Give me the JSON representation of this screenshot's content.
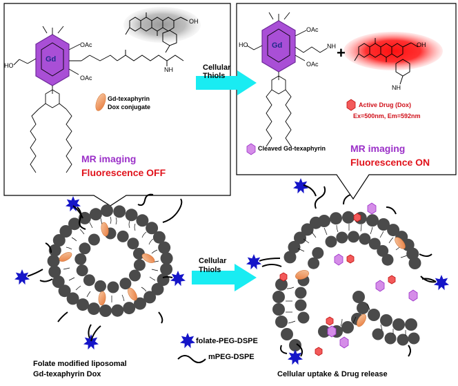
{
  "colors": {
    "purple": "#9b30c8",
    "red": "#e0121b",
    "cyan": "#19ecf2",
    "sphere": "#4a4a4a",
    "star": "#1515c8",
    "orange": "#f2a06b"
  },
  "left_box": {
    "gd_label": "Gd",
    "oac_top": "OAc",
    "oac_bottom": "OAc",
    "ho_label": "HO",
    "nh_label": "NH",
    "oh_label": "OH",
    "legend_label_1": "Gd-texaphyrin",
    "legend_label_2": "Dox conjugate",
    "mr_imaging": "MR imaging",
    "fluorescence": "Fluorescence OFF"
  },
  "right_box": {
    "gd_label": "Gd",
    "oac_top": "OAc",
    "oac_bottom": "OAc",
    "ho_label": "HO",
    "nh2_label": "NH",
    "plus": "+",
    "oh_label": "OH",
    "nh2_drug": "NH",
    "active_drug": "Active Drug (Dox)",
    "excitation": "Ex=500nm, Em=592nm",
    "cleaved": "Cleaved Gd-texaphyrin",
    "mr_imaging": "MR imaging",
    "fluorescence": "Fluorescence ON"
  },
  "arrows": {
    "top_label_1": "Cellular",
    "top_label_2": "Thiols",
    "bottom_label_1": "Cellular",
    "bottom_label_2": "Thiols"
  },
  "legend": {
    "folate": "folate-PEG-DSPE",
    "mpeg": "mPEG-DSPE"
  },
  "captions": {
    "left_1": "Folate modified liposomal",
    "left_2": "Gd-texaphyrin Dox",
    "right": "Cellular uptake & Drug release"
  }
}
